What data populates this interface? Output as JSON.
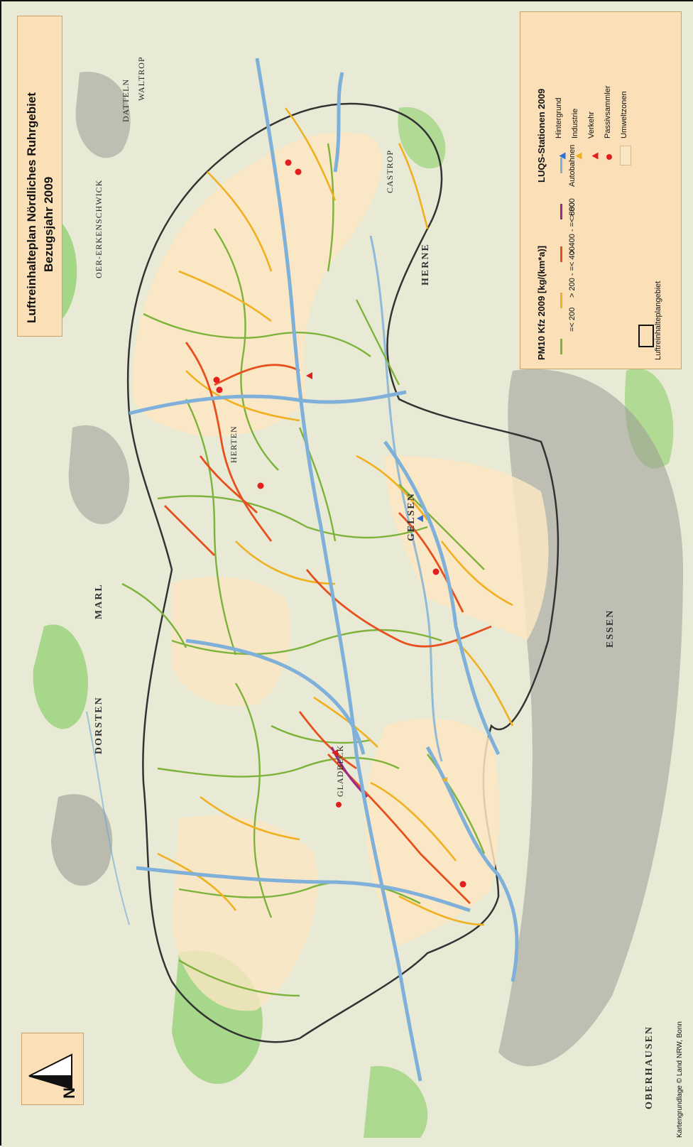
{
  "title": {
    "line1": "Luftreinhalteplan Nördliches Ruhrgebiet",
    "line2": "Bezugsjahr 2009"
  },
  "legend": {
    "pm10_heading": "PM10 Kfz 2009 [kg/(km*a)]",
    "stations_heading": "LUQS-Stationen 2009",
    "pm10_classes": [
      {
        "label": "=< 200",
        "color": "#7db33a"
      },
      {
        "label": "> 200 - =< 400",
        "color": "#f0b01f"
      },
      {
        "label": "> 400 - =< 800",
        "color": "#e6501e"
      },
      {
        "label": "> 800",
        "color": "#9c2a8a"
      }
    ],
    "autobahn": {
      "label": "Autobahnen",
      "color": "#7fb0d9"
    },
    "plan_area": {
      "label": "Luftreinhalteplangebiet"
    },
    "stations": [
      {
        "label": "Hintergrund",
        "symbol": "triangle",
        "color": "#2f6fd6"
      },
      {
        "label": "Industrie",
        "symbol": "triangle",
        "color": "#f0b01f"
      },
      {
        "label": "Verkehr",
        "symbol": "triangle",
        "color": "#e11f1f"
      },
      {
        "label": "Passivsammler",
        "symbol": "dot",
        "color": "#e11f1f"
      }
    ],
    "umweltzonen": {
      "label": "Umweltzonen",
      "color": "#fbe6c3"
    }
  },
  "north": {
    "label": "N"
  },
  "copyright": "Kartengrundlage © Land NRW, Bonn",
  "places": [
    {
      "name": "DATTELN"
    },
    {
      "name": "WALTROP"
    },
    {
      "name": "DORSTEN"
    },
    {
      "name": "MARL"
    },
    {
      "name": "HERNE"
    },
    {
      "name": "GELSEN"
    },
    {
      "name": "GLADBECK"
    },
    {
      "name": "ESSEN"
    },
    {
      "name": "OBERHAUSEN"
    },
    {
      "name": "OER-ERKENSCHWICK"
    },
    {
      "name": "HERTEN"
    },
    {
      "name": "CASTROP"
    }
  ]
}
